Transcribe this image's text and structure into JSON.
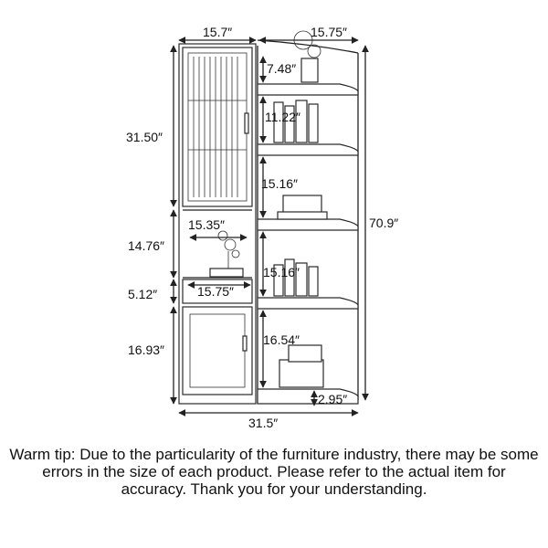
{
  "dimensions": {
    "left_width": "15.7″",
    "right_width": "15.75″",
    "top_shelf_height": "7.48″",
    "shelf_2_height": "11.22″",
    "glass_door_height": "31.50″",
    "shelf_3_height": "15.16″",
    "open_shelf_depth": "15.35″",
    "open_section_height": "14.76″",
    "shelf_4_height": "15.16″",
    "drawer_width": "15.75″",
    "drawer_height": "5.12″",
    "shelf_5_height": "16.54″",
    "lower_cabinet_height": "16.93″",
    "total_height": "70.9″",
    "base_height": "2.95″",
    "total_width": "31.5″"
  },
  "warm_tip": "Warm tip: Due to the particularity of the furniture industry, there may be some errors in the size of each product. Please refer to the actual item for accuracy. Thank you for your understanding."
}
